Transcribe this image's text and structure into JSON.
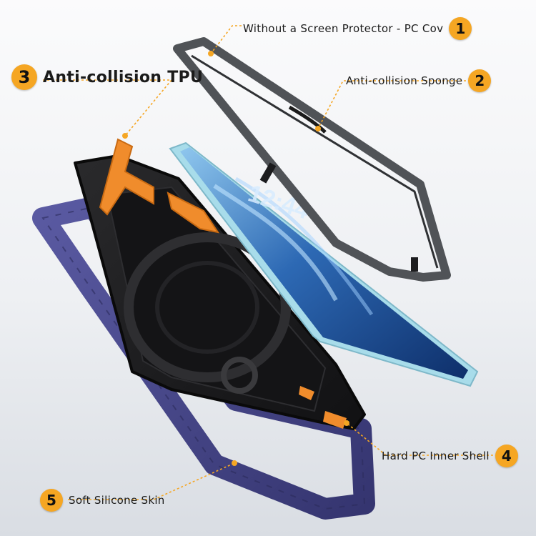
{
  "callouts": [
    {
      "number": "1",
      "label": "Without a Screen Protector - PC Cov"
    },
    {
      "number": "2",
      "label": "Anti-collision Sponge"
    },
    {
      "number": "3",
      "label": "Anti-collision TPU"
    },
    {
      "number": "4",
      "label": "Hard PC Inner Shell"
    },
    {
      "number": "5",
      "label": "Soft Silicone Skin"
    }
  ],
  "tablet": {
    "clock": "12:44"
  },
  "colors": {
    "accent": "#f5a623",
    "silicone_skin": "#4a4a8c",
    "inner_shell": "#1c1c1e",
    "frame": "#505357",
    "tablet_body": "#a8dcea",
    "screen": "#1e4f8f"
  }
}
